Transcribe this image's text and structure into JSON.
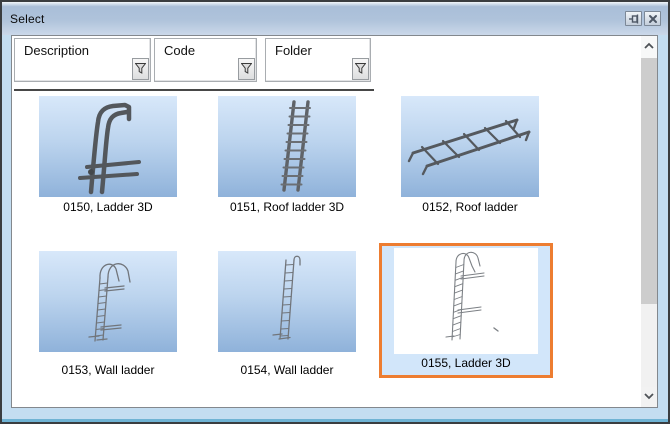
{
  "window": {
    "title": "Select"
  },
  "titlebar": {
    "buttons": [
      {
        "name": "pin",
        "icon": "pin-icon"
      },
      {
        "name": "close",
        "icon": "close-icon"
      }
    ]
  },
  "columns": [
    {
      "label": "Description",
      "filter_icon": "funnel-icon"
    },
    {
      "label": "Code",
      "filter_icon": "funnel-icon"
    },
    {
      "label": "Folder",
      "filter_icon": "funnel-icon"
    }
  ],
  "items": [
    {
      "label": "0150, Ladder 3D",
      "selected": false
    },
    {
      "label": "0151, Roof ladder 3D",
      "selected": false
    },
    {
      "label": "0152, Roof ladder",
      "selected": false
    },
    {
      "label": "0153, Wall ladder",
      "selected": false
    },
    {
      "label": "0154, Wall ladder",
      "selected": false
    },
    {
      "label": "0155, Ladder 3D",
      "selected": true
    }
  ],
  "scrollbar": {
    "up_icon": "chevron-up-icon",
    "down_icon": "chevron-down-icon"
  },
  "colors": {
    "titlebar_gradient_top": "#A9BED8",
    "titlebar_gradient_bottom": "#CBD8E9",
    "body_background": "#C3DDF1",
    "panel_background": "#FFFFFF",
    "selection_border": "#ED7D31",
    "selection_fill": "#D2E6FA",
    "thumbnail_gradient_top": "#D8E8FA",
    "thumbnail_gradient_bottom": "#8FB2DA",
    "header_underline": "#474747",
    "scrollbar_thumb": "#CDCDCD",
    "scrollbar_track": "#F1F1F1",
    "bottom_accent": "#6FB3D4",
    "ladder_solid": "#55595E",
    "ladder_wireframe": "#71757B"
  }
}
